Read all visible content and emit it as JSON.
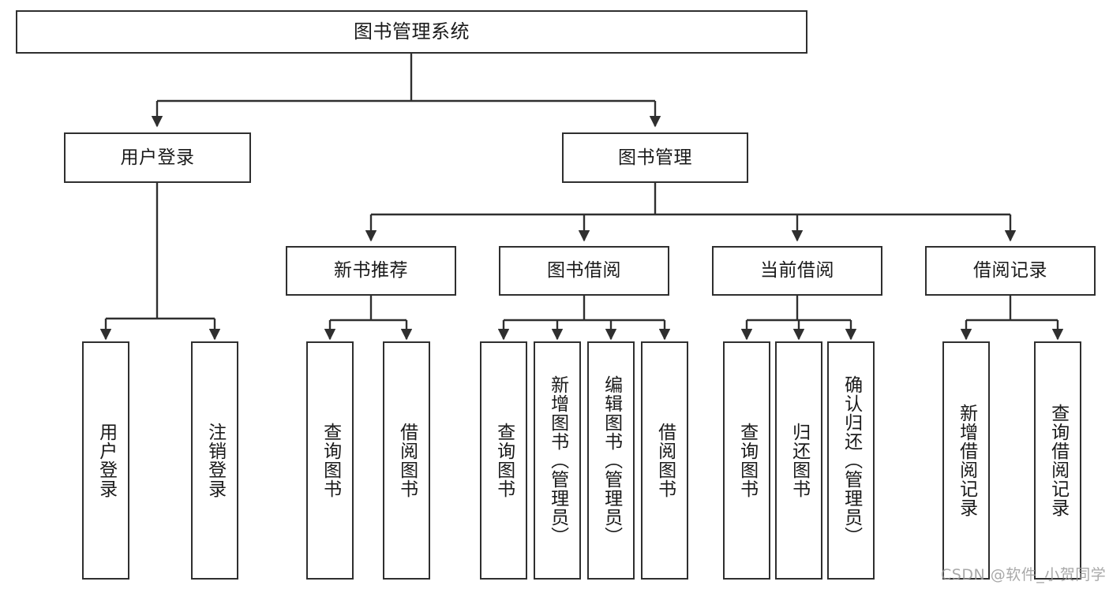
{
  "diagram": {
    "type": "tree",
    "title": "图书管理系统",
    "root": {
      "label": "图书管理系统"
    },
    "level2": [
      {
        "label": "用户登录"
      },
      {
        "label": "图书管理"
      }
    ],
    "level3": [
      {
        "label": "新书推荐"
      },
      {
        "label": "图书借阅"
      },
      {
        "label": "当前借阅"
      },
      {
        "label": "借阅记录"
      }
    ],
    "leaves": {
      "user_login": [
        {
          "label": "用户登录"
        },
        {
          "label": "注销登录"
        }
      ],
      "new_book_recommend": [
        {
          "label": "查询图书"
        },
        {
          "label": "借阅图书"
        }
      ],
      "book_borrow": [
        {
          "label": "查询图书"
        },
        {
          "label": "新增图书（管理员）"
        },
        {
          "label": "编辑图书（管理员）"
        },
        {
          "label": "借阅图书"
        }
      ],
      "current_borrow": [
        {
          "label": "查询图书"
        },
        {
          "label": "归还图书"
        },
        {
          "label": "确认归还（管理员）"
        }
      ],
      "borrow_record": [
        {
          "label": "新增借阅记录"
        },
        {
          "label": "查询借阅记录"
        }
      ]
    }
  },
  "watermark": {
    "text": "CSDN @软件_小贺同学"
  },
  "colors": {
    "stroke": "#2f2f2f",
    "fill": "#ffffff",
    "text": "#1a1a1a",
    "watermark": "#9a9a9a"
  }
}
